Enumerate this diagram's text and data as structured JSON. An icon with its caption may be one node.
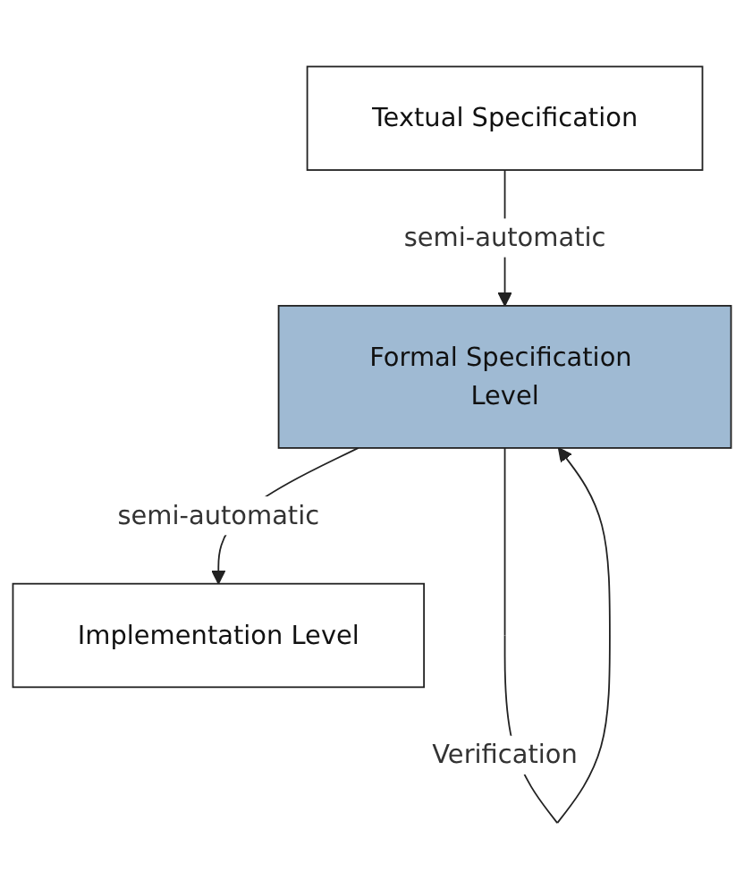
{
  "diagram": {
    "nodes": [
      {
        "text": [
          "Textual Specification"
        ]
      },
      {
        "text": [
          "Formal Specification Level"
        ]
      },
      {
        "text": [
          "Implementation Level"
        ]
      }
    ],
    "edges": [
      {
        "from": 0,
        "to": 1,
        "arrow": "to",
        "label": "semi-automatic"
      },
      {
        "from": 1,
        "to": 1,
        "arrow": "to",
        "label": "Verification"
      },
      {
        "from": 1,
        "to": 2,
        "arrow": "to",
        "label": "semi-automatic"
      }
    ]
  }
}
